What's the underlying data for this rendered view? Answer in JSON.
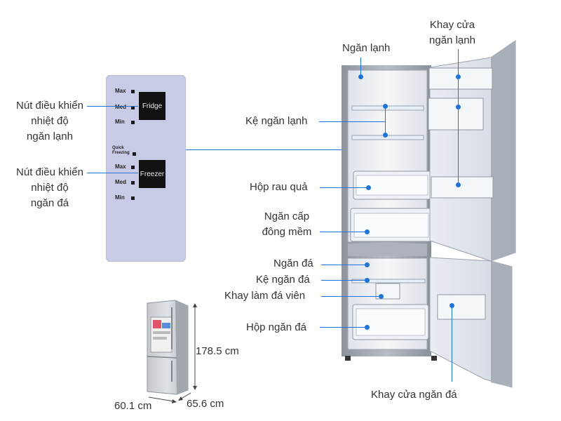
{
  "panel": {
    "fridge_levels": [
      "Max",
      "Med",
      "Min"
    ],
    "fridge_button": "Fridge",
    "quick_freezing": "Quick Freezing",
    "freezer_levels": [
      "Max",
      "Med",
      "Min"
    ],
    "freezer_button": "Freezer"
  },
  "left_labels": {
    "fridge_control": [
      "Nút điều khiển",
      "nhiệt độ",
      "ngăn lạnh"
    ],
    "freezer_control": [
      "Nút điều khiển",
      "nhiệt độ",
      "ngăn đá"
    ]
  },
  "labels": {
    "fridge_compartment": "Ngăn lạnh",
    "fridge_door_tray": [
      "Khay cửa",
      "ngăn lạnh"
    ],
    "fridge_shelf": "Kệ ngăn lạnh",
    "vegetable_box": "Hộp rau quả",
    "soft_freeze": [
      "Ngăn cấp",
      "đông mềm"
    ],
    "freezer_compartment": "Ngăn đá",
    "freezer_shelf": "Kệ ngăn đá",
    "ice_tray": "Khay làm đá viên",
    "freezer_box": "Hộp ngăn đá",
    "freezer_door_tray": "Khay cửa ngăn đá"
  },
  "dimensions": {
    "height": "178.5 cm",
    "width": "60.1 cm",
    "depth": "65.6 cm"
  },
  "colors": {
    "accent": "#1d74d8",
    "panel": "#c7cbe6",
    "body": "#9aa0aa"
  }
}
